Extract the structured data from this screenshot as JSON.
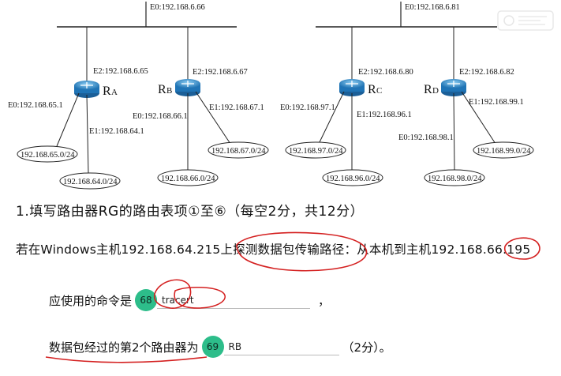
{
  "diagram": {
    "left_group": {
      "top_interface": "E0:192.168.6.66",
      "ra": {
        "name": "R",
        "sub": "A",
        "e2": "E2:192.168.6.65",
        "e0": "E0:192.168.65.1",
        "e1": "E1:192.168.64.1",
        "net_a": "192.168.65.0/24",
        "net_b": "192.168.64.0/24"
      },
      "rb": {
        "name": "R",
        "sub": "B",
        "e2": "E2:192.168.6.67",
        "e0": "E0:192.168.66.1",
        "e1": "E1:192.168.67.1",
        "net_a": "192.168.66.0/24",
        "net_b": "192.168.67.0/24"
      }
    },
    "right_group": {
      "top_interface": "E0:192.168.6.81",
      "rc": {
        "name": "R",
        "sub": "C",
        "e2": "E2:192.168.6.80",
        "e0": "E0:192.168.97.1",
        "e1": "E1:192.168.96.1",
        "net_a": "192.168.97.0/24",
        "net_b": "192.168.96.0/24"
      },
      "rd": {
        "name": "R",
        "sub": "D",
        "e2": "E2:192.168.6.82",
        "e0": "E0:192.168.98.1",
        "e1": "E1:192.168.99.1",
        "net_a": "192.168.98.0/24",
        "net_b": "192.168.99.0/24"
      }
    }
  },
  "question": {
    "title": "1.填写路由器RG的路由表项①至⑥（每空2分，共12分）",
    "prompt": "若在Windows主机192.168.64.215上探测数据包传输路径：从本机到主机192.168.66.195",
    "item1": {
      "prefix": "应使用的命令是",
      "badge": "68",
      "answer": "tracert",
      "suffix": "，"
    },
    "item2": {
      "prefix": "数据包经过的第2个路由器为",
      "badge": "69",
      "answer": "RB",
      "suffix": "（2分）。"
    }
  },
  "colors": {
    "badge": "#2dbd8a",
    "annotation": "#d42020",
    "router_blue": "#2f8fd0"
  },
  "icons": [
    "router-icon",
    "watermark-logo"
  ]
}
